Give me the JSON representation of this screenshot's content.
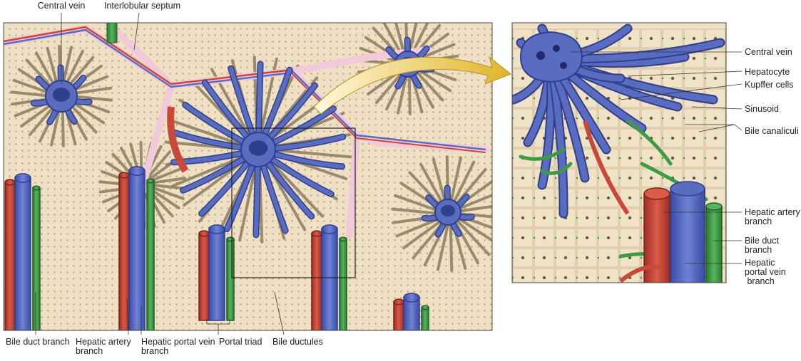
{
  "colors": {
    "background": "#ffffff",
    "tissue": "#efe0c3",
    "cord": "#8b7d5c",
    "vein": "#5a6cc0",
    "vein_dark": "#2f3f8e",
    "artery": "#c8483a",
    "bile_duct": "#3d9b45",
    "septum": "#f1c9d9",
    "arrow": "#e8c23a",
    "frame": "#333333"
  },
  "labels": {
    "central_vein_main": "Central vein",
    "interlobular_septum": "Interlobular septum",
    "bile_duct_branch_main": "Bile duct branch",
    "hepatic_artery_branch_main": "Hepatic artery\nbranch",
    "hepatic_portal_vein_branch_main": "Hepatic portal vein\nbranch",
    "portal_triad": "Portal triad",
    "bile_ductules": "Bile ductules",
    "central_vein_zoom": "Central vein",
    "hepatocyte": "Hepatocyte",
    "kupffer_cells": "Kupffer cells",
    "sinusoid": "Sinusoid",
    "bile_canaliculi": "Bile canaliculi",
    "hepatic_artery_branch_zoom": "Hepatic artery\nbranch",
    "bile_duct_branch_zoom": "Bile duct\nbranch",
    "hepatic_portal_vein_branch_zoom": "Hepatic\nportal vein\n branch"
  }
}
